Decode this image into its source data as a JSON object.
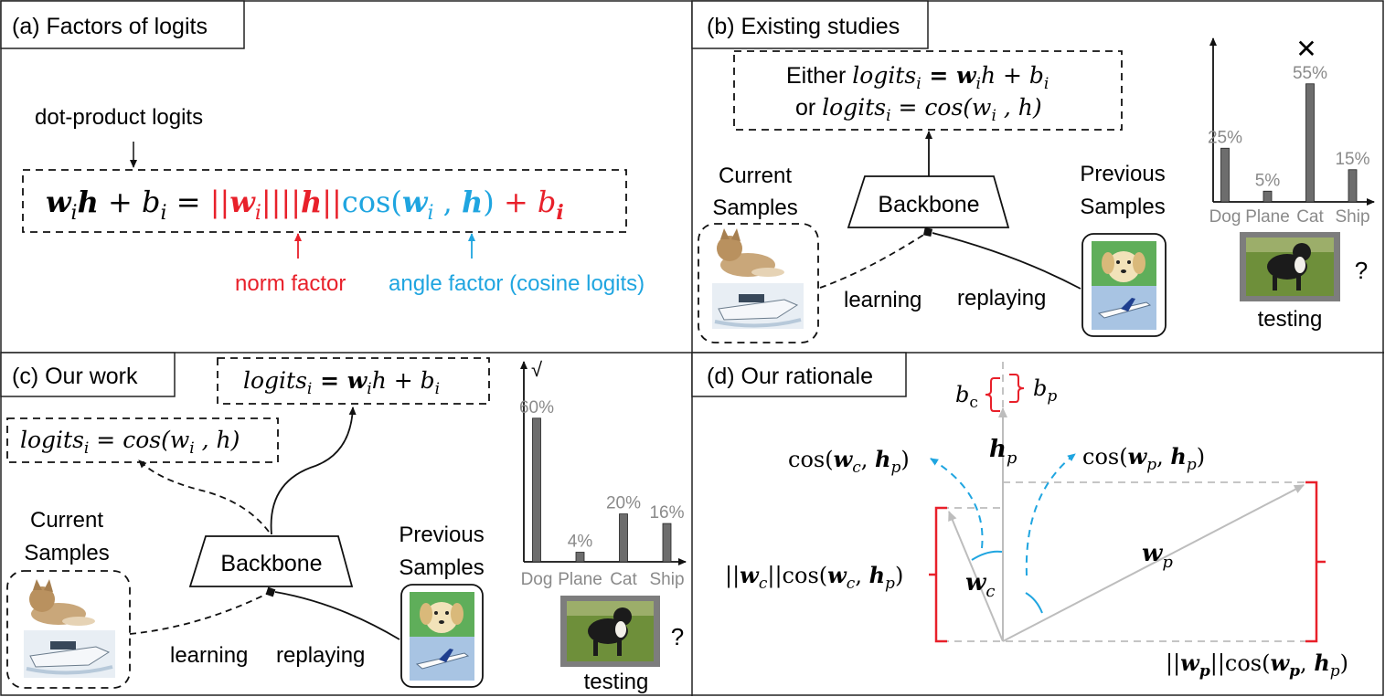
{
  "panel_a": {
    "title": "(a) Factors of logits",
    "dot_label": "dot-product logits",
    "formula": {
      "lhs_w": "w",
      "lhs_i": "i",
      "lhs_h": "h",
      "lhs_plus": " + ",
      "lhs_b": "b",
      "lhs_bi": "i",
      "eq": " = ",
      "norm_w_open": "||",
      "norm_w": "w",
      "norm_w_i": "i",
      "norm_w_close": "||",
      "norm_h_open": "||",
      "norm_h": "h",
      "norm_h_close": "||",
      "cos": "cos(",
      "cos_w": "w",
      "cos_i": "i",
      "cos_sep": " , ",
      "cos_h": "h",
      "cos_close": ")",
      "plus_b": " + ",
      "b": "b",
      "b_i": "i"
    },
    "norm_label": "norm factor",
    "angle_label": "angle factor (cosine logits)"
  },
  "panel_b": {
    "title": "(b) Existing studies",
    "box_line1_pre": "Either ",
    "box_line1_expr": "logits",
    "box_line1_sub": "i",
    "box_line1_rhs": " = w",
    "box_line1_rhs_sub": "i",
    "box_line1_rhs2": "h + b",
    "box_line1_rhs_sub2": "i",
    "box_line2_pre": "or ",
    "box_line2_expr": "logits",
    "box_line2_sub": "i",
    "box_line2_rhs": " = cos(w",
    "box_line2_rhs_sub": "i",
    "box_line2_rhs2": " , h)",
    "backbone": "Backbone",
    "current_1": "Current",
    "current_2": "Samples",
    "previous_1": "Previous",
    "previous_2": "Samples",
    "learning": "learning",
    "replaying": "replaying",
    "testing": "testing",
    "question": "?",
    "mark": "✕"
  },
  "panel_c": {
    "title": "(c) Our work",
    "box_top": {
      "expr": "logits",
      "sub": "i",
      "rhs": " = w",
      "rhs_sub": "i",
      "rhs2": "h + b",
      "rhs_sub2": "i"
    },
    "box_left": {
      "expr": "logits",
      "sub": "i",
      "rhs": " = cos(w",
      "rhs_sub": "i",
      "rhs2": " , h)"
    },
    "backbone": "Backbone",
    "current_1": "Current",
    "current_2": "Samples",
    "previous_1": "Previous",
    "previous_2": "Samples",
    "learning": "learning",
    "replaying": "replaying",
    "testing": "testing",
    "question": "?",
    "mark": "√"
  },
  "panel_d": {
    "title": "(d) Our rationale",
    "bc": "b",
    "bc_sub": "c",
    "bp": "b",
    "bp_sub": "p",
    "hp": "h",
    "hp_sub": "p",
    "cos_c": {
      "pre": "cos(",
      "w": "w",
      "w_sub": "c",
      "sep": ", ",
      "h": "h",
      "h_sub": "p",
      "close": ")"
    },
    "cos_p": {
      "pre": "cos(",
      "w": "w",
      "w_sub": "p",
      "sep": ", ",
      "h": "h",
      "h_sub": "p",
      "close": ")"
    },
    "norm_c": {
      "open": "||",
      "w": "w",
      "w_sub": "c",
      "close": "||cos(",
      "w2": "w",
      "w2_sub": "c",
      "sep": ", ",
      "h": "h",
      "h_sub": "p",
      "end": ")"
    },
    "norm_p": {
      "open": "||",
      "w": "w",
      "w_sub": "p",
      "close": "||cos(",
      "w2": "w",
      "w2_sub": "p",
      "sep": ", ",
      "h": "h",
      "h_sub": "p",
      "end": ")"
    },
    "wc": "w",
    "wc_sub": "c",
    "wp": "w",
    "wp_sub": "p"
  },
  "colors": {
    "red": "#e8202a",
    "blue": "#1fa5e0",
    "bar": "#6d6d6d",
    "gray_text": "#8a8a8a",
    "vector": "#bdbdbd"
  },
  "chart_data": [
    {
      "type": "bar",
      "panel": "b",
      "categories": [
        "Dog",
        "Plane",
        "Cat",
        "Ship"
      ],
      "values": [
        25,
        5,
        55,
        15
      ],
      "labels": [
        "25%",
        "5%",
        "55%",
        "15%"
      ],
      "ylim": [
        0,
        60
      ]
    },
    {
      "type": "bar",
      "panel": "c",
      "categories": [
        "Dog",
        "Plane",
        "Cat",
        "Ship"
      ],
      "values": [
        60,
        4,
        20,
        16
      ],
      "labels": [
        "60%",
        "4%",
        "20%",
        "16%"
      ],
      "ylim": [
        0,
        60
      ]
    }
  ]
}
